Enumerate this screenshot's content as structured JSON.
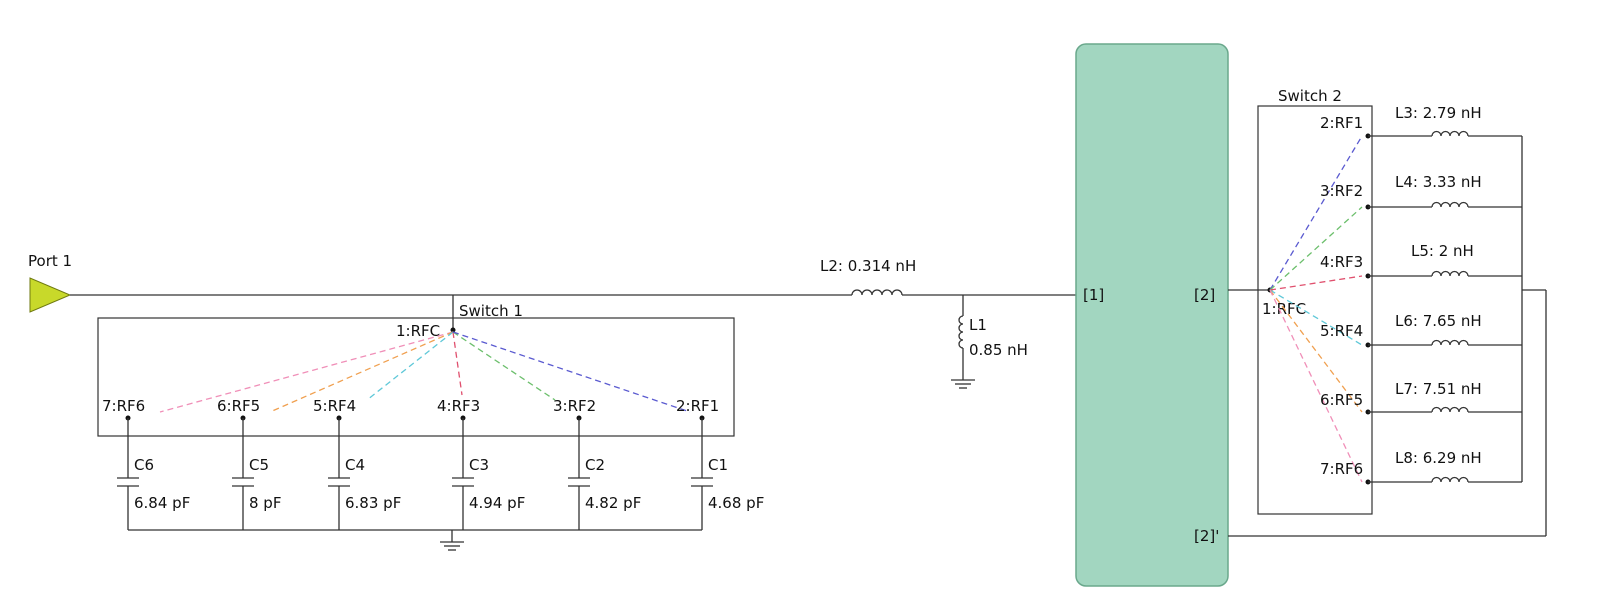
{
  "port": {
    "label": "Port 1",
    "color": "#c8d92a"
  },
  "colors": {
    "wire": "#333333",
    "block_fill": "#a2d6c0",
    "block_stroke": "#6aa88c",
    "rf1": "#5a5ad0",
    "rf2": "#6cbf6c",
    "rf3": "#e0506e",
    "rf4": "#5fc8d8",
    "rf5": "#f0a050",
    "rf6": "#f08fb8"
  },
  "switch1": {
    "title": "Switch 1",
    "common": "1:RFC",
    "ports": [
      "7:RF6",
      "6:RF5",
      "5:RF4",
      "4:RF3",
      "3:RF2",
      "2:RF1"
    ],
    "capacitors": [
      {
        "name": "C6",
        "value": "6.84 pF"
      },
      {
        "name": "C5",
        "value": "8 pF"
      },
      {
        "name": "C4",
        "value": "6.83 pF"
      },
      {
        "name": "C3",
        "value": "4.94 pF"
      },
      {
        "name": "C2",
        "value": "4.82 pF"
      },
      {
        "name": "C1",
        "value": "4.68 pF"
      }
    ]
  },
  "l2": {
    "label": "L2: 0.314 nH"
  },
  "l1": {
    "name": "L1",
    "value": "0.85 nH"
  },
  "block": {
    "port1": "[1]",
    "port2": "[2]",
    "port2_prime": "[2]'"
  },
  "switch2": {
    "title": "Switch 2",
    "common": "1:RFC",
    "ports": [
      "2:RF1",
      "3:RF2",
      "4:RF3",
      "5:RF4",
      "6:RF5",
      "7:RF6"
    ],
    "inductors": [
      "L3: 2.79 nH",
      "L4: 3.33 nH",
      "L5: 2 nH",
      "L6: 7.65 nH",
      "L7: 7.51 nH",
      "L8: 6.29 nH"
    ]
  }
}
